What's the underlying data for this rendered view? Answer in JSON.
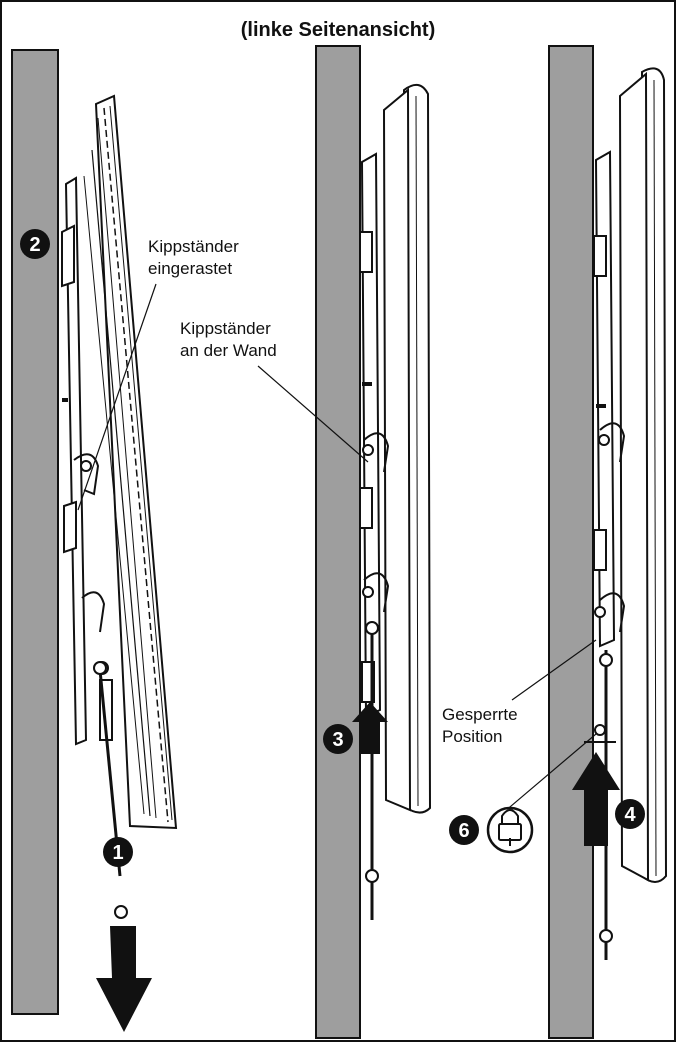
{
  "diagram": {
    "title": "(linke Seitenansicht)",
    "labels": {
      "tilt_locked_line1": "Kippständer",
      "tilt_locked_line2": "eingerastet",
      "tilt_wall_line1": "Kippständer",
      "tilt_wall_line2": "an der Wand",
      "locked_line1": "Gesperrte",
      "locked_line2": "Position"
    },
    "steps": {
      "one": "1",
      "two": "2",
      "three": "3",
      "four": "4",
      "six": "6"
    },
    "icons": [
      "padlock-icon",
      "arrow-down-icon",
      "arrow-up-icon"
    ],
    "colors": {
      "wall": "#9e9e9e",
      "line": "#111111",
      "background": "#ffffff"
    }
  }
}
